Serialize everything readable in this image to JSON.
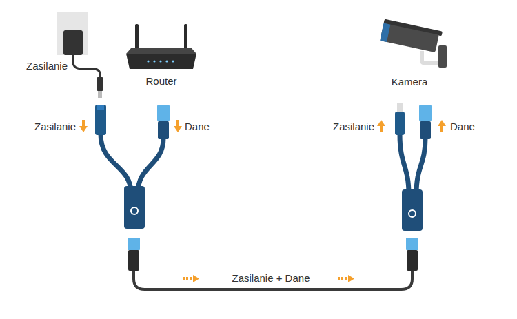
{
  "diagram": {
    "labels": [
      "Zasilanie",
      "Router",
      "Kamera",
      "Zasilanie",
      "Dane",
      "Zasilanie",
      "Dane",
      "Zasilanie + Dane"
    ]
  }
}
